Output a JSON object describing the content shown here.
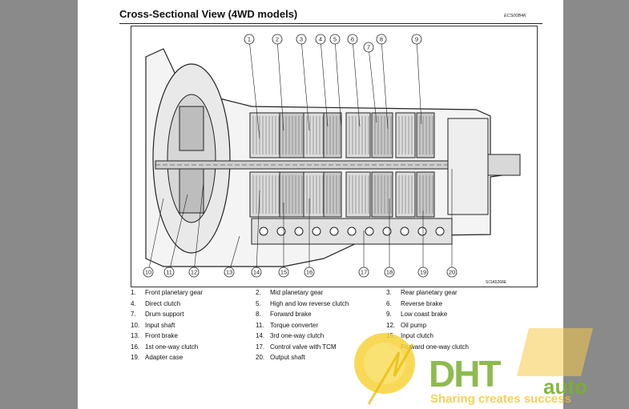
{
  "title": "Cross-Sectional View (4WD models)",
  "ref_code": "ECS00B4K",
  "figure_code": "SCIA5268E",
  "callouts_top": [
    "1",
    "2",
    "3",
    "4",
    "5",
    "6",
    "7",
    "8",
    "9"
  ],
  "callouts_bottom": [
    "10",
    "11",
    "12",
    "13",
    "14",
    "15",
    "16",
    "17",
    "18",
    "19",
    "20"
  ],
  "legend": [
    {
      "num": "1.",
      "label": "Front planetary gear"
    },
    {
      "num": "2.",
      "label": "Mid planetary gear"
    },
    {
      "num": "3.",
      "label": "Rear planetary gear"
    },
    {
      "num": "4.",
      "label": "Direct clutch"
    },
    {
      "num": "5.",
      "label": "High and low reverse clutch"
    },
    {
      "num": "6.",
      "label": "Reverse brake"
    },
    {
      "num": "7.",
      "label": "Drum support"
    },
    {
      "num": "8.",
      "label": "Forward brake"
    },
    {
      "num": "9.",
      "label": "Low coast brake"
    },
    {
      "num": "10.",
      "label": "Input shaft"
    },
    {
      "num": "11.",
      "label": "Torque converter"
    },
    {
      "num": "12.",
      "label": "Oil pump"
    },
    {
      "num": "13.",
      "label": "Front brake"
    },
    {
      "num": "14.",
      "label": "3rd one-way clutch"
    },
    {
      "num": "15.",
      "label": "Input clutch"
    },
    {
      "num": "16.",
      "label": "1st one-way clutch"
    },
    {
      "num": "17.",
      "label": "Control valve with TCM"
    },
    {
      "num": "18.",
      "label": "Forward one-way clutch"
    },
    {
      "num": "19.",
      "label": "Adapter case"
    },
    {
      "num": "20.",
      "label": "Output shaft"
    }
  ],
  "watermark": {
    "brand_a": "DHT",
    "brand_b": "auto",
    "tagline": "Sharing creates success"
  },
  "colors": {
    "accent_yellow": "#f2c318",
    "accent_green": "#7ab02e",
    "page": "#ffffff",
    "background": "#8a8a8a"
  }
}
